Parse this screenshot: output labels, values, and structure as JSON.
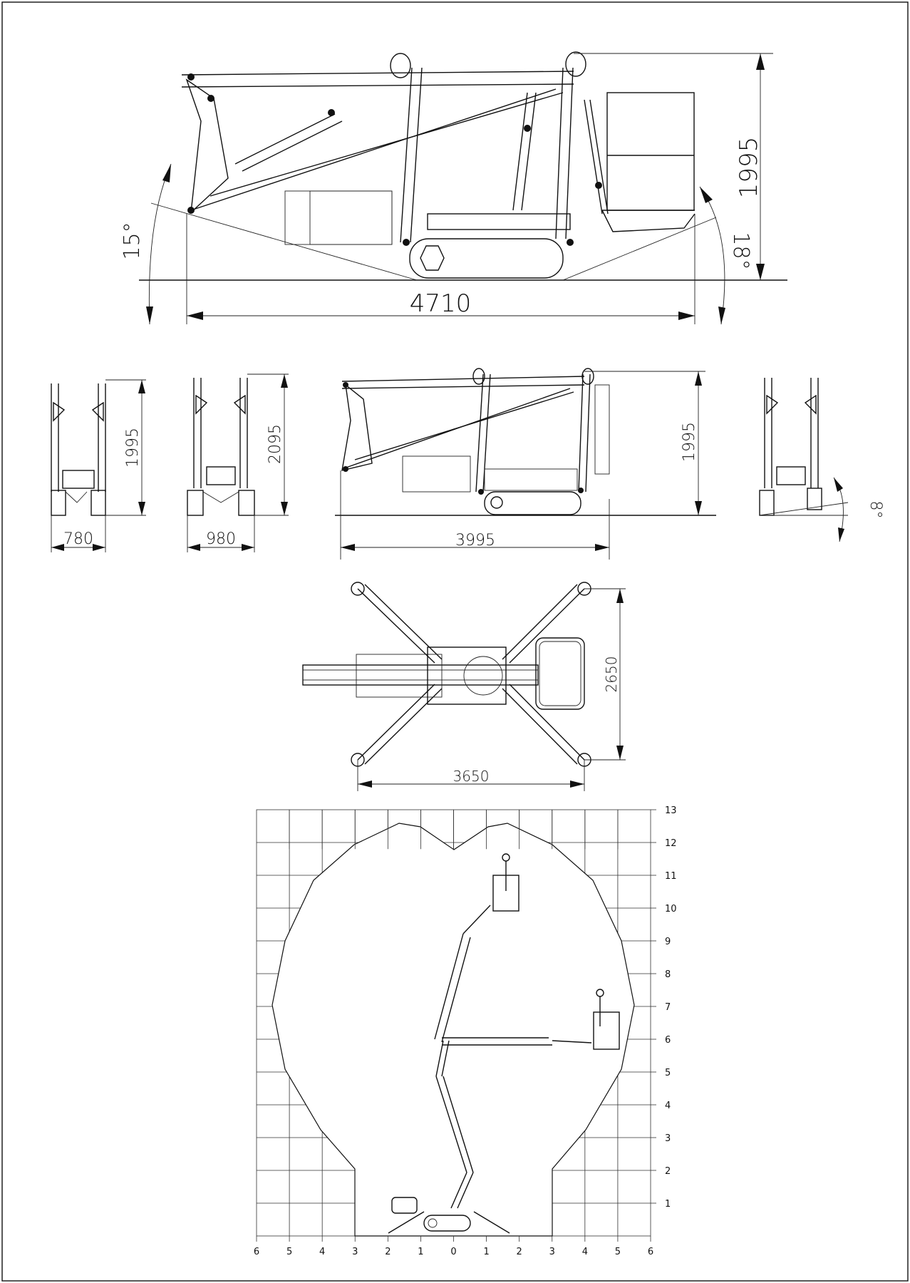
{
  "drawing": {
    "side_view": {
      "length": "4710",
      "height": "1995",
      "angle_left": "15°",
      "angle_right": "18°"
    },
    "front_view_narrow": {
      "height": "1995",
      "width": "780"
    },
    "front_view_wide": {
      "height": "2095",
      "width": "980"
    },
    "side_view_small": {
      "height": "1995",
      "length": "3995"
    },
    "rear_view": {
      "angle": "8°"
    },
    "top_view": {
      "outrigger_width": "2650",
      "outrigger_length": "3650"
    },
    "working_range": {
      "y_ticks": [
        "1",
        "2",
        "3",
        "4",
        "5",
        "6",
        "7",
        "8",
        "9",
        "10",
        "11",
        "12",
        "13"
      ],
      "x_ticks": [
        "6",
        "5",
        "4",
        "3",
        "2",
        "1",
        "0",
        "1",
        "2",
        "3",
        "4",
        "5",
        "6"
      ]
    }
  }
}
